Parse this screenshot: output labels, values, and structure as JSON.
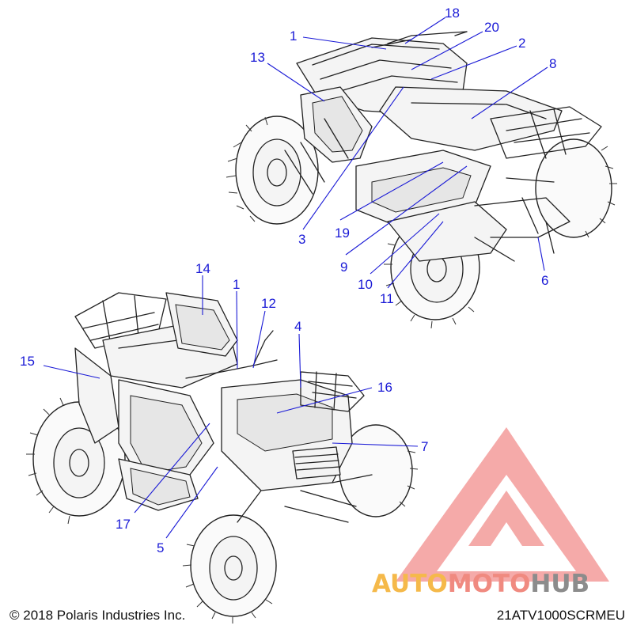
{
  "diagram": {
    "callouts": [
      {
        "id": "c1a",
        "label": "1"
      },
      {
        "id": "c18",
        "label": "18"
      },
      {
        "id": "c20",
        "label": "20"
      },
      {
        "id": "c2",
        "label": "2"
      },
      {
        "id": "c13",
        "label": "13"
      },
      {
        "id": "c8",
        "label": "8"
      },
      {
        "id": "c3",
        "label": "3"
      },
      {
        "id": "c19",
        "label": "19"
      },
      {
        "id": "c9",
        "label": "9"
      },
      {
        "id": "c10",
        "label": "10"
      },
      {
        "id": "c11",
        "label": "11"
      },
      {
        "id": "c6",
        "label": "6"
      },
      {
        "id": "c14",
        "label": "14"
      },
      {
        "id": "c1b",
        "label": "1"
      },
      {
        "id": "c12",
        "label": "12"
      },
      {
        "id": "c4",
        "label": "4"
      },
      {
        "id": "c15",
        "label": "15"
      },
      {
        "id": "c16",
        "label": "16"
      },
      {
        "id": "c7",
        "label": "7"
      },
      {
        "id": "c17",
        "label": "17"
      },
      {
        "id": "c5",
        "label": "5"
      }
    ],
    "callout_color": "#1a1ad6"
  },
  "watermark": {
    "part1": "AUTO",
    "part2": "MOTO",
    "part3": "HUB",
    "colors": {
      "auto": "#f5b94a",
      "moto": "#f08a80",
      "hub": "#8c8c8c",
      "triangle": "#ef7b78"
    }
  },
  "footer": {
    "copyright": "© 2018 Polaris Industries Inc.",
    "model_code": "21ATV1000SCRMEU"
  }
}
